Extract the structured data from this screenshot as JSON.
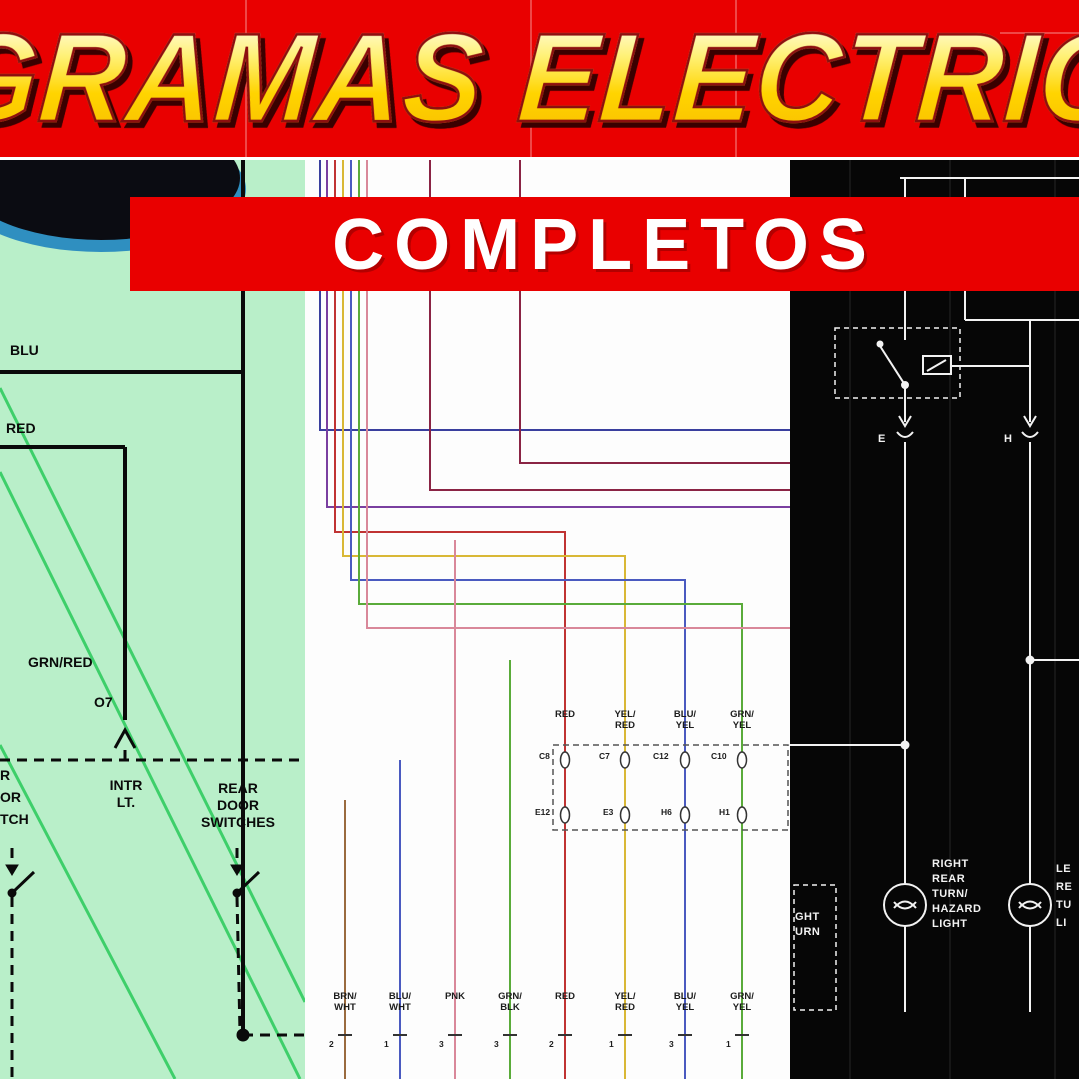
{
  "banner": {
    "title_text": "GRAMAS ELECTRIC",
    "subtitle_text": "COMPLETOS",
    "banner_color": "#e90000",
    "title_fill_color": "#ffd400",
    "title_outline_color": "#8d0f0f",
    "subtitle_text_color": "#ffffff"
  },
  "left_panel": {
    "background_color": "#b9efc9",
    "wire_color": "#0a0a0a",
    "diagonal_wire_color": "#3ecf6a",
    "labels": {
      "blu": "BLU",
      "red": "RED",
      "grn_red": "GRN/RED",
      "o7": "O7",
      "intr_lt": "INTR\nLT.",
      "rear_door_switches": "REAR\nDOOR\nSWITCHES",
      "edge_partial": "R\nOR\nTCH"
    }
  },
  "middle_panel": {
    "background_color": "#fdfdfd",
    "wire_labels_top": [
      "RED",
      "YEL/\nRED",
      "BLU/\nYEL",
      "GRN/\nYEL"
    ],
    "connector_pins_top": [
      "C8",
      "C7",
      "C12",
      "C10"
    ],
    "connector_pins_bottom": [
      "E12",
      "E3",
      "H6",
      "H1"
    ],
    "wire_labels_bottom": [
      "BRN/\nWHT",
      "BLU/\nWHT",
      "PNK",
      "GRN/\nBLK",
      "RED",
      "YEL/\nRED",
      "BLU/\nYEL",
      "GRN/\nYEL"
    ],
    "pin_numbers": [
      "2",
      "1",
      "3",
      "3",
      "2",
      "1",
      "3",
      "1"
    ],
    "wire_colors": {
      "maroon": "#8a2444",
      "navy": "#3a3f9e",
      "purple": "#7a3fa0",
      "red": "#c03333",
      "yellow": "#d9b836",
      "blue": "#4a5ac0",
      "green": "#5aab3a",
      "pink": "#d9889a",
      "brown": "#9a6b3f"
    }
  },
  "right_panel": {
    "background_color": "#060606",
    "line_color": "#f2f2f2",
    "labels": {
      "e": "E",
      "h": "H",
      "right_rear_light": "RIGHT\nREAR\nTURN/\nHAZARD\nLIGHT",
      "left_rear_partial": "LE\nRE\nTU\nLI",
      "right_turn_partial": "GHT\nURN"
    }
  }
}
